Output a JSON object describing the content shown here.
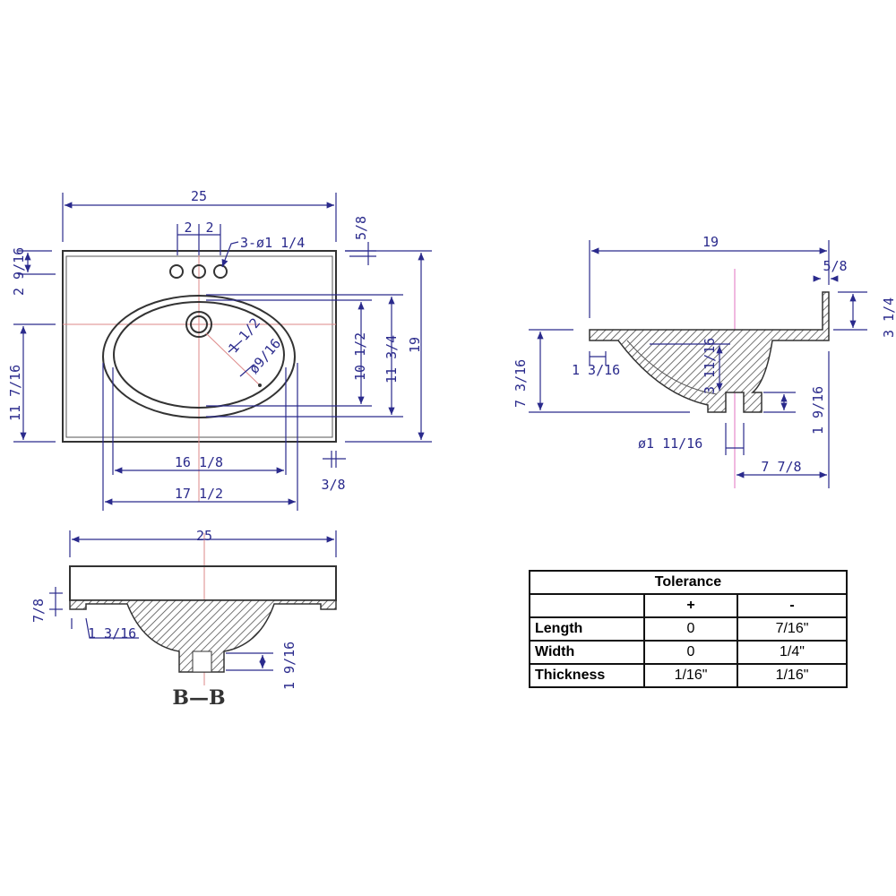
{
  "top_view": {
    "width": "25",
    "hole_spacing_left": "2",
    "hole_spacing_right": "2",
    "hole_callout": "3-ø1 1/4",
    "back_edge": "5/8",
    "hole_offset": "2 9/16",
    "bowl_center_offset": "11 7/16",
    "bowl_inner_depth": "10 1/2",
    "bowl_outer_depth": "11 3/4",
    "depth": "19",
    "drain_offset": "1 1/2",
    "drain_dia": "ø9/16",
    "bowl_inner_width": "16 1/8",
    "bowl_outer_width": "17 1/2",
    "side_edge": "3/8"
  },
  "side_view": {
    "depth": "19",
    "lip_thickness": "5/8",
    "backsplash_height": "3 1/4",
    "total_height": "7 3/16",
    "flange": "1 3/16",
    "bowl_depth": "3 11/16",
    "drain_height": "1 9/16",
    "drain_dia": "ø1 11/16",
    "drain_offset": "7 7/8"
  },
  "section_view": {
    "width": "25",
    "slab_thickness": "7/8",
    "flange": "1 3/16",
    "drain_height": "1 9/16",
    "label": "B—B"
  },
  "tolerance_table": {
    "title": "Tolerance",
    "plus": "+",
    "minus": "-",
    "rows": [
      {
        "label": "Length",
        "plus": "0",
        "minus": "7/16\""
      },
      {
        "label": "Width",
        "plus": "0",
        "minus": "1/4\""
      },
      {
        "label": "Thickness",
        "plus": "1/16\"",
        "minus": "1/16\""
      }
    ]
  }
}
